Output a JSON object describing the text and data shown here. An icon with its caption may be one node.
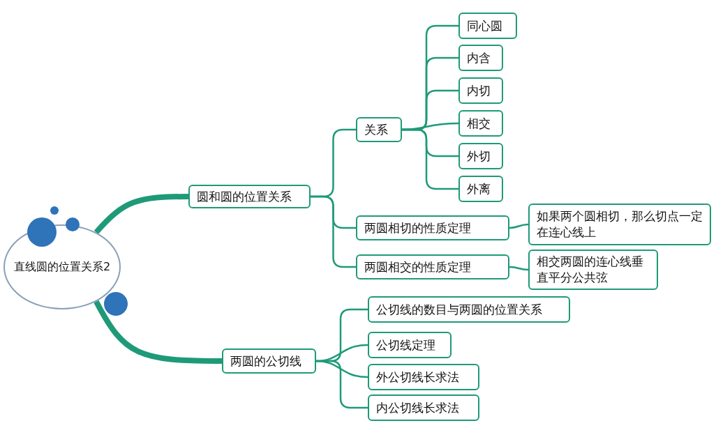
{
  "diagram": {
    "nodes": [
      {
        "text": [
          "直线圆的位置关系2"
        ]
      },
      {
        "text": [
          "圆和圆的位置关系"
        ]
      },
      {
        "text": [
          "关系"
        ]
      },
      {
        "text": [
          "同心圆"
        ]
      },
      {
        "text": [
          "内含"
        ]
      },
      {
        "text": [
          "内切"
        ]
      },
      {
        "text": [
          "相交"
        ]
      },
      {
        "text": [
          "外切"
        ]
      },
      {
        "text": [
          "外离"
        ]
      },
      {
        "text": [
          "两圆相切的性质定理"
        ]
      },
      {
        "text": [
          "如果两个圆相切，那么切点一定在连心线上"
        ]
      },
      {
        "text": [
          "两圆相交的性质定理"
        ]
      },
      {
        "text": [
          "相交两圆的连心线垂直平分公共弦"
        ]
      },
      {
        "text": [
          "两圆的公切线"
        ]
      },
      {
        "text": [
          "公切线的数目与两圆的位置关系"
        ]
      },
      {
        "text": [
          "公切线定理"
        ]
      },
      {
        "text": [
          "外公切线长求法"
        ]
      },
      {
        "text": [
          "内公切线长求法"
        ]
      }
    ],
    "edges": [
      {
        "from": 0,
        "to": 1,
        "arrow": "none",
        "style": "thick"
      },
      {
        "from": 1,
        "to": 2,
        "arrow": "none"
      },
      {
        "from": 2,
        "to": 3,
        "arrow": "none"
      },
      {
        "from": 2,
        "to": 4,
        "arrow": "none"
      },
      {
        "from": 2,
        "to": 5,
        "arrow": "none"
      },
      {
        "from": 2,
        "to": 6,
        "arrow": "none"
      },
      {
        "from": 2,
        "to": 7,
        "arrow": "none"
      },
      {
        "from": 2,
        "to": 8,
        "arrow": "none"
      },
      {
        "from": 1,
        "to": 9,
        "arrow": "none"
      },
      {
        "from": 9,
        "to": 10,
        "arrow": "none"
      },
      {
        "from": 1,
        "to": 11,
        "arrow": "none"
      },
      {
        "from": 11,
        "to": 12,
        "arrow": "none"
      },
      {
        "from": 0,
        "to": 13,
        "arrow": "none",
        "style": "thick"
      },
      {
        "from": 13,
        "to": 14,
        "arrow": "none"
      },
      {
        "from": 13,
        "to": 15,
        "arrow": "none"
      },
      {
        "from": 13,
        "to": 16,
        "arrow": "none"
      },
      {
        "from": 13,
        "to": 17,
        "arrow": "none"
      }
    ]
  }
}
